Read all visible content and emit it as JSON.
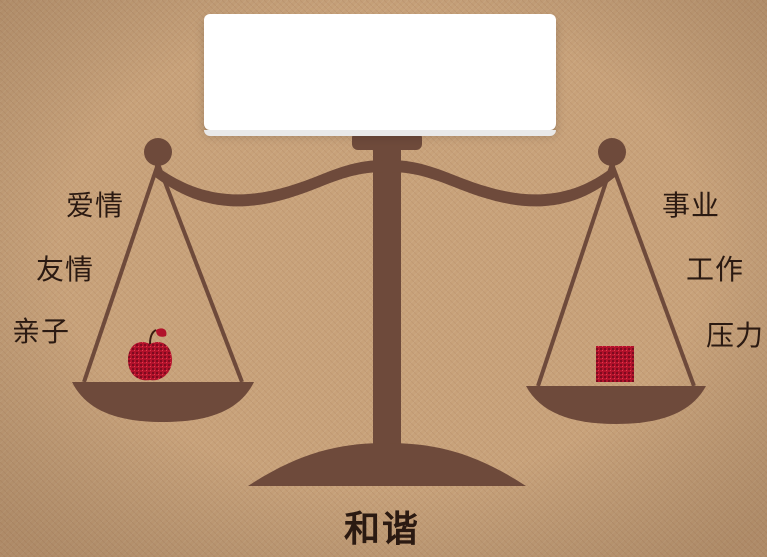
{
  "colors": {
    "background": "#c8a27a",
    "scale": "#6e4a3b",
    "text": "#2b1a12",
    "apple": "#b1122b",
    "box": "#a10f25"
  },
  "left_labels": [
    "爱情",
    "友情",
    "亲子"
  ],
  "right_labels": [
    "事业",
    "工作",
    "压力"
  ],
  "bottom_label": "和谐",
  "icons": {
    "left_pan_item": "apple-icon",
    "right_pan_item": "red-square-weight-icon"
  }
}
